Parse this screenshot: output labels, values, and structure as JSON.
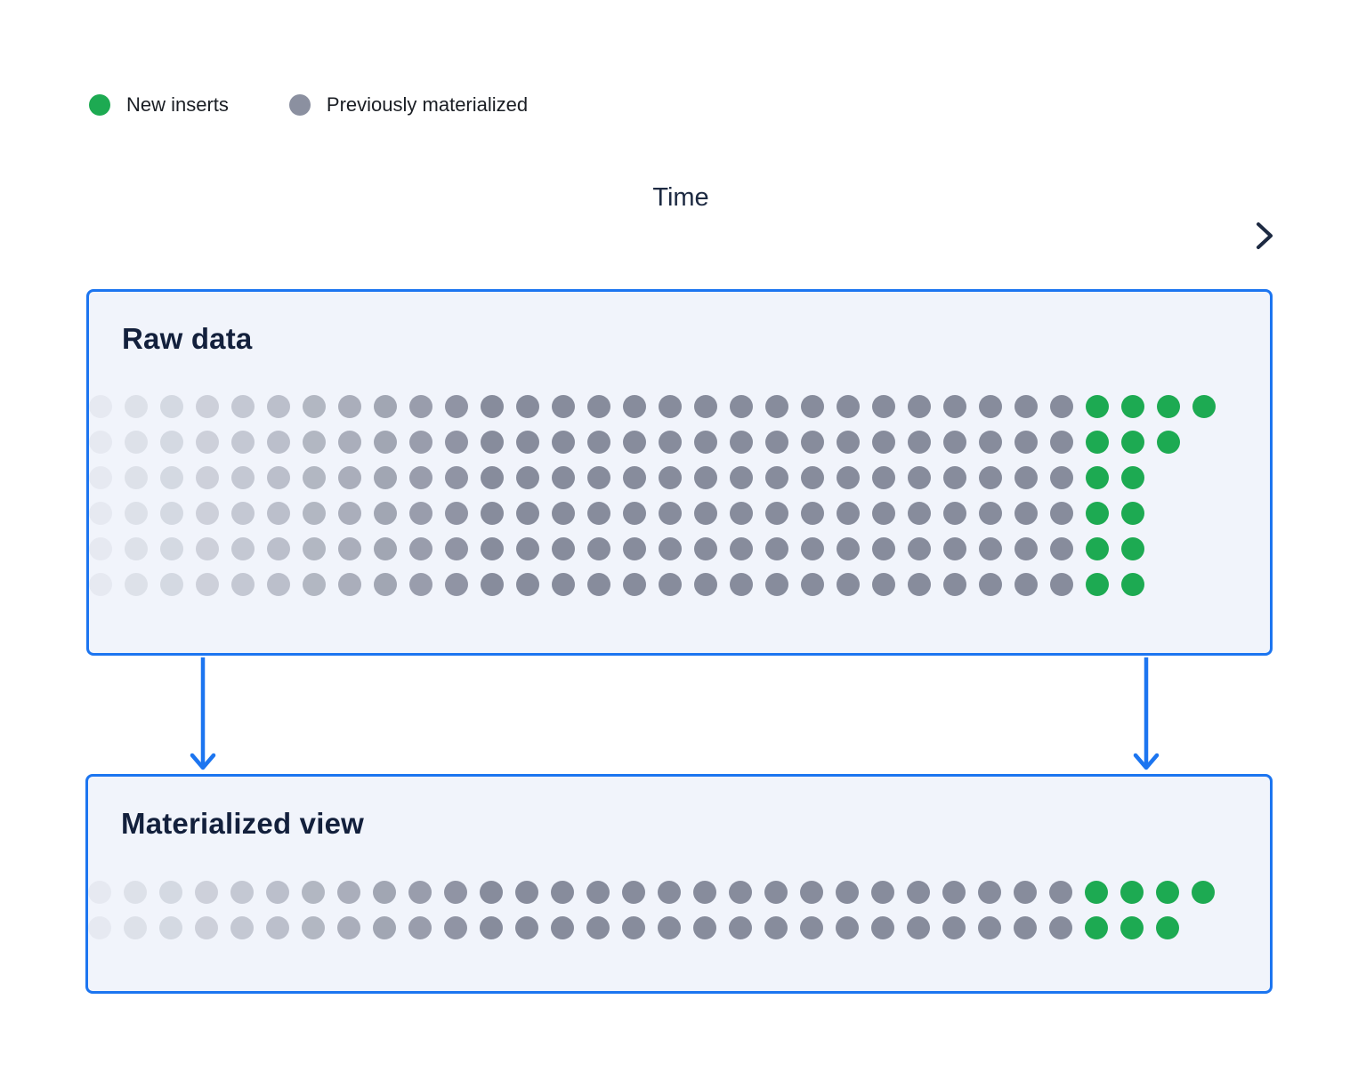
{
  "legend": {
    "items": [
      {
        "id": "new-inserts",
        "label": "New inserts",
        "color": "#1daa52"
      },
      {
        "id": "previously-materialized",
        "label": "Previously materialized",
        "color": "#8b90a0"
      }
    ]
  },
  "timeline": {
    "label": "Time"
  },
  "colors": {
    "blue": "#1c75f0",
    "navy": "#1d2a42",
    "green": "#1daa52",
    "gray_dot": "#878c9c",
    "box_bg": "#f1f4fb",
    "title_text": "#13203c",
    "legend_text": "#1a1e24"
  },
  "raw_box": {
    "title": "Raw data",
    "dot_rows": [
      {
        "gray": 28,
        "green": 4
      },
      {
        "gray": 28,
        "green": 3
      },
      {
        "gray": 28,
        "green": 2
      },
      {
        "gray": 28,
        "green": 2
      },
      {
        "gray": 28,
        "green": 2
      },
      {
        "gray": 28,
        "green": 2
      }
    ]
  },
  "materialized_box": {
    "title": "Materialized view",
    "dot_rows": [
      {
        "gray": 28,
        "green": 4
      },
      {
        "gray": 28,
        "green": 3
      }
    ]
  },
  "dot_grid": {
    "pitch": 40,
    "radius": 13,
    "fade_columns": 12,
    "min_opacity": 0.1
  }
}
